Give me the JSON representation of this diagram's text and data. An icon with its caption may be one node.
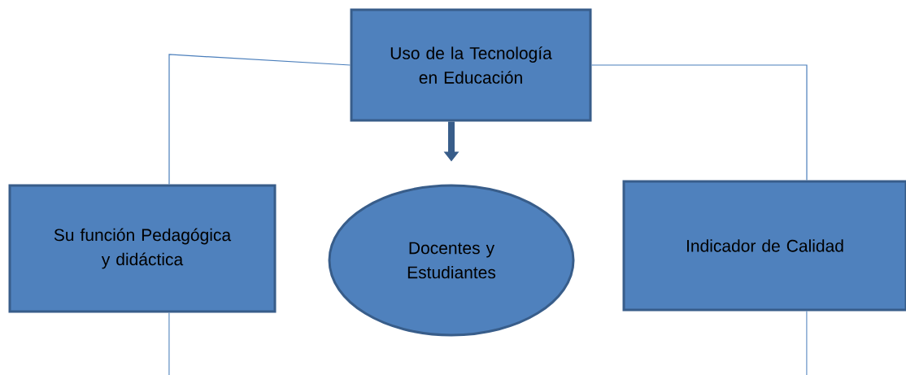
{
  "diagram": {
    "nodes": [
      {
        "text": [
          "Uso de la Tecnología en Educación"
        ]
      },
      {
        "text": [
          "Su función Pedagógica y didáctica"
        ]
      },
      {
        "text": [
          "Docentes y Estudiantes"
        ]
      },
      {
        "text": [
          "Indicador de Calidad"
        ]
      }
    ],
    "edges": [
      {
        "from": 0,
        "to": 1,
        "arrow": "none"
      },
      {
        "from": 0,
        "to": 2,
        "arrow": "to",
        "style": "thick",
        "color": "#385d8a"
      },
      {
        "from": 0,
        "to": 3,
        "arrow": "none"
      },
      {
        "from": 1,
        "to": null,
        "arrow": "none"
      },
      {
        "from": 3,
        "to": null,
        "arrow": "none"
      }
    ]
  }
}
